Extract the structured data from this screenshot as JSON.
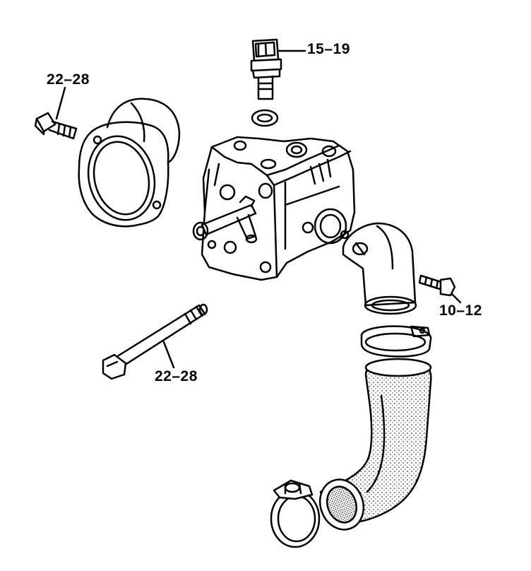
{
  "labels": {
    "sensor_torque": "15–19",
    "housing_bolt_torque": "22–28",
    "elbow_bolt_torque": "10–12",
    "long_bolt_torque": "22–28"
  },
  "colors": {
    "ink": "#000000",
    "paper": "#ffffff"
  }
}
